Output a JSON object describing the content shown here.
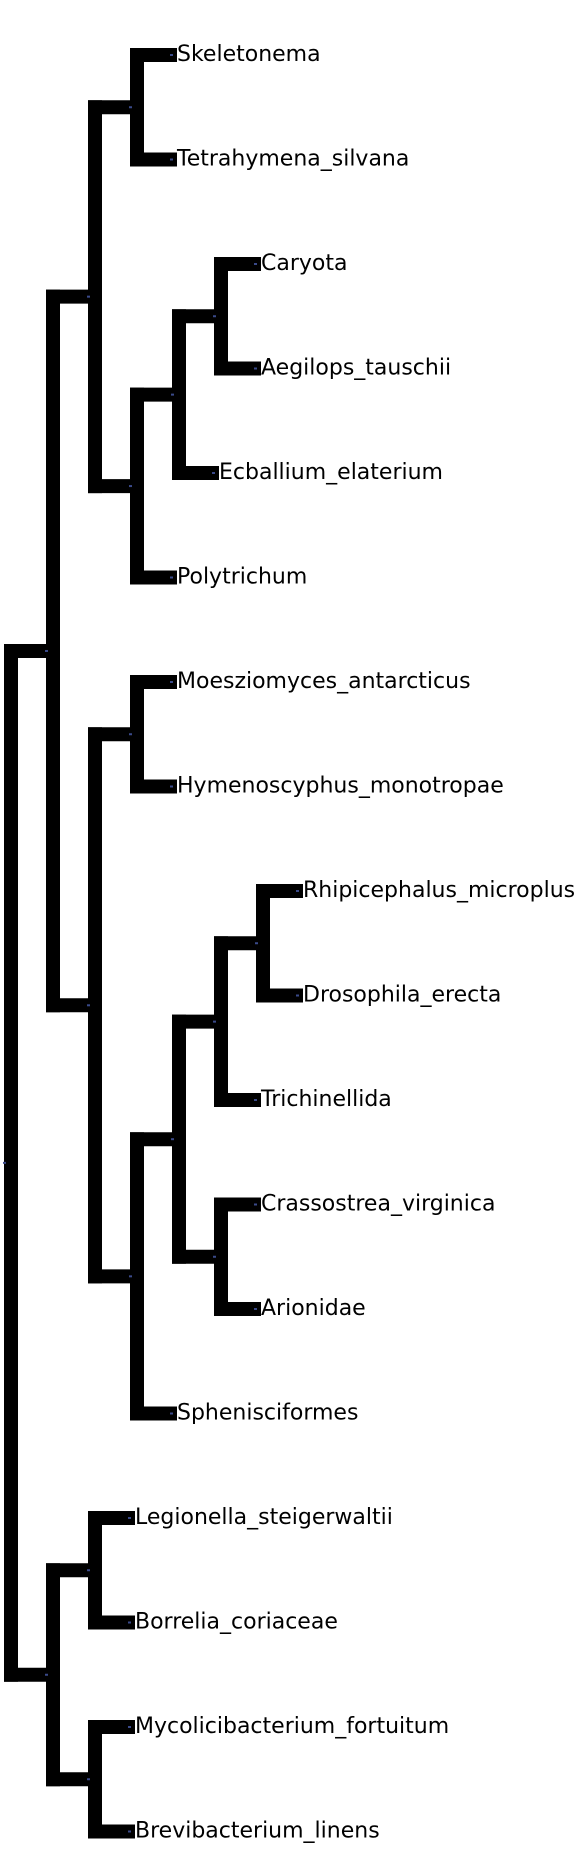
{
  "tree": {
    "children": [
      {
        "children": [
          {
            "children": [
              {
                "children": [
                  {
                    "name": "Skeletonema"
                  },
                  {
                    "name": "Tetrahymena_silvana"
                  }
                ]
              },
              {
                "children": [
                  {
                    "children": [
                      {
                        "children": [
                          {
                            "name": "Caryota"
                          },
                          {
                            "name": "Aegilops_tauschii"
                          }
                        ]
                      },
                      {
                        "name": "Ecballium_elaterium"
                      }
                    ]
                  },
                  {
                    "name": "Polytrichum"
                  }
                ]
              }
            ]
          },
          {
            "children": [
              {
                "children": [
                  {
                    "name": "Moesziomyces_antarcticus"
                  },
                  {
                    "name": "Hymenoscyphus_monotropae"
                  }
                ]
              },
              {
                "children": [
                  {
                    "children": [
                      {
                        "children": [
                          {
                            "children": [
                              {
                                "name": "Rhipicephalus_microplus"
                              },
                              {
                                "name": "Drosophila_erecta"
                              }
                            ]
                          },
                          {
                            "name": "Trichinellida"
                          }
                        ]
                      },
                      {
                        "children": [
                          {
                            "name": "Crassostrea_virginica"
                          },
                          {
                            "name": "Arionidae"
                          }
                        ]
                      }
                    ]
                  },
                  {
                    "name": "Sphenisciformes"
                  }
                ]
              }
            ]
          }
        ]
      },
      {
        "children": [
          {
            "children": [
              {
                "name": "Legionella_steigerwaltii"
              },
              {
                "name": "Borrelia_coriaceae"
              }
            ]
          },
          {
            "children": [
              {
                "name": "Mycolicibacterium_fortuitum"
              },
              {
                "name": "Brevibacterium_linens"
              }
            ]
          }
        ]
      }
    ]
  }
}
